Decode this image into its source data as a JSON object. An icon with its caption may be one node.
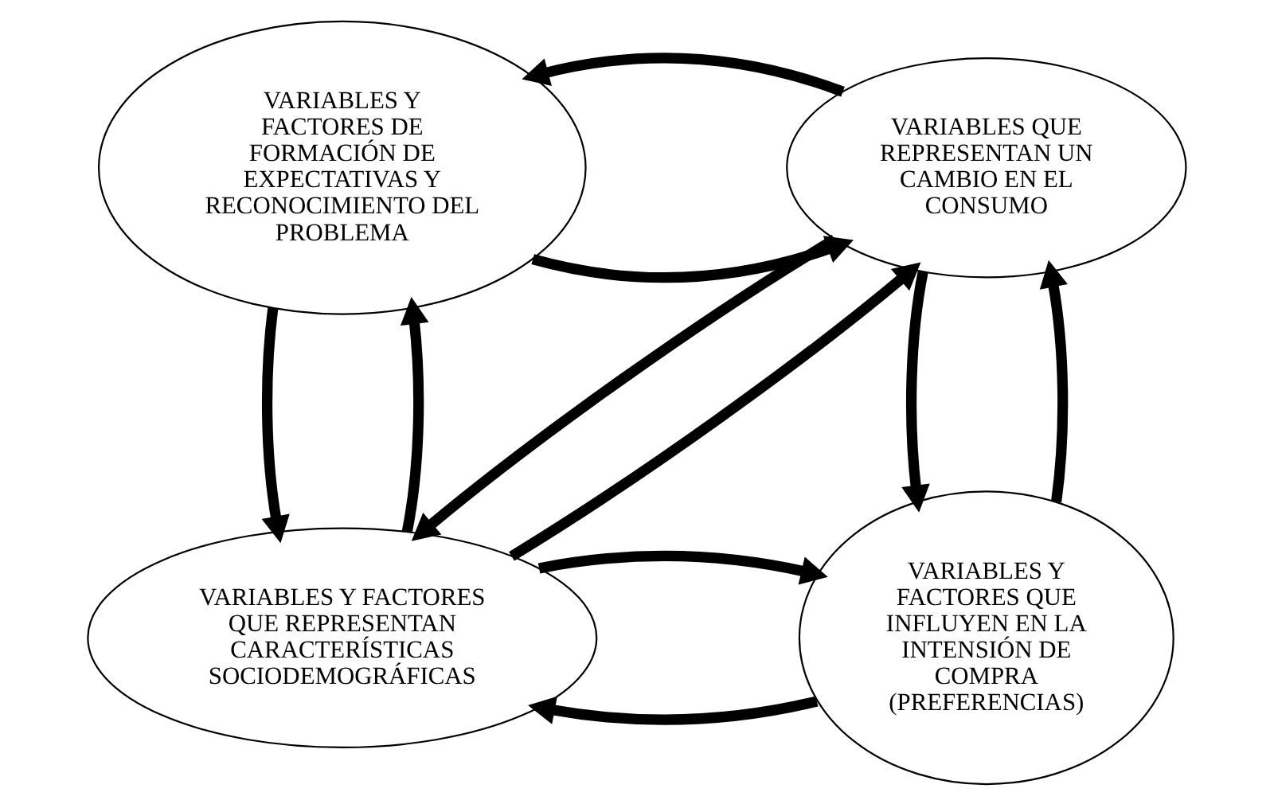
{
  "diagram": {
    "nodes": [
      {
        "text": [
          "VARIABLES Y FACTORES DE FORMACIÓN DE EXPECTATIVAS Y RECONOCIMIENTO DEL PROBLEMA"
        ]
      },
      {
        "text": [
          "VARIABLES QUE REPRESENTAN UN CAMBIO EN EL CONSUMO"
        ]
      },
      {
        "text": [
          "VARIABLES Y FACTORES QUE REPRESENTAN CARACTERÍSTICAS SOCIODEMOGRÁFICAS"
        ]
      },
      {
        "text": [
          "VARIABLES Y FACTORES QUE INFLUYEN EN LA INTENSIÓN DE COMPRA (PREFERENCIAS)"
        ]
      }
    ],
    "edges": [
      {
        "from": 0,
        "to": 1,
        "arrow": "to"
      },
      {
        "from": 1,
        "to": 0,
        "arrow": "to"
      },
      {
        "from": 0,
        "to": 2,
        "arrow": "to"
      },
      {
        "from": 2,
        "to": 0,
        "arrow": "to"
      },
      {
        "from": 2,
        "to": 1,
        "arrow": "to"
      },
      {
        "from": 1,
        "to": 2,
        "arrow": "to"
      },
      {
        "from": 3,
        "to": 1,
        "arrow": "to"
      },
      {
        "from": 1,
        "to": 3,
        "arrow": "to"
      },
      {
        "from": 3,
        "to": 2,
        "arrow": "to"
      },
      {
        "from": 2,
        "to": 3,
        "arrow": "to"
      }
    ]
  }
}
